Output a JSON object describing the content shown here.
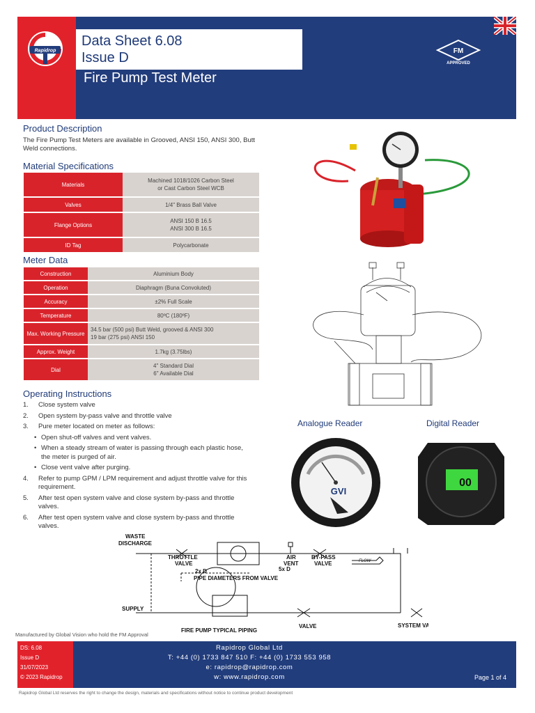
{
  "header": {
    "brand": "Rapidrop",
    "datasheet": "Data Sheet 6.08",
    "issue": "Issue D",
    "product": "Fire Pump Test Meter",
    "approval_top": "FM",
    "approval_bottom": "APPROVED"
  },
  "product_description": {
    "title": "Product Description",
    "text": "The Fire Pump Test Meters are available in Grooved, ANSI 150, ANSI 300, Butt Weld connections."
  },
  "material_specs": {
    "title": "Material Specifications",
    "rows": [
      {
        "key": "Materials",
        "v1": "Machined 1018/1026 Carbon Steel",
        "v2": "or Cast Carbon Steel WCB"
      },
      {
        "key": "Valves",
        "v1": "1/4\" Brass Ball Valve",
        "v2": ""
      },
      {
        "key": "Flange Options",
        "v1": "ANSI 150 B 16.5",
        "v2": "ANSI 300 B 16.5"
      },
      {
        "key": "ID Tag",
        "v1": "Polycarbonate",
        "v2": ""
      }
    ]
  },
  "meter_data": {
    "title": "Meter Data",
    "rows": [
      {
        "key": "Construction",
        "v1": "Aluminium Body",
        "v2": ""
      },
      {
        "key": "Operation",
        "v1": "Diaphragm (Buna Convoluted)",
        "v2": ""
      },
      {
        "key": "Accuracy",
        "v1": "±2% Full Scale",
        "v2": ""
      },
      {
        "key": "Temperature",
        "v1": "80ºC (180ºF)",
        "v2": ""
      },
      {
        "key": "Max. Working Pressure",
        "v1": "34.5 bar (500 psi) Butt Weld, grooved & ANSI 300",
        "v2": "19 bar (275 psi) ANSI 150"
      },
      {
        "key": "Approx. Weight",
        "v1": "1.7kg (3.75lbs)",
        "v2": ""
      },
      {
        "key": "Dial",
        "v1": "4\" Standard Dial",
        "v2": "6\" Available Dial"
      }
    ]
  },
  "operating_instructions": {
    "title": "Operating Instructions",
    "items": [
      {
        "n": "1.",
        "text": "Close system valve",
        "bullet": false
      },
      {
        "n": "2.",
        "text": "Open system by-pass valve and throttle valve",
        "bullet": false
      },
      {
        "n": "3.",
        "text": "Pure meter located on meter as follows:",
        "bullet": false
      },
      {
        "n": "•",
        "text": "Open shut-off valves and vent valves.",
        "bullet": true
      },
      {
        "n": "•",
        "text": "When a steady stream of water is passing through each plastic hose, the meter is purged of air.",
        "bullet": true
      },
      {
        "n": "•",
        "text": "Close vent valve after purging.",
        "bullet": true
      },
      {
        "n": "4.",
        "text": "Refer to pump GPM / LPM requirement and adjust throttle valve for this requirement.",
        "bullet": false
      },
      {
        "n": "5.",
        "text": "After test open system valve and close system by-pass and throttle valves.",
        "bullet": false
      },
      {
        "n": "6.",
        "text": "After test open system valve and close system by-pass and throttle valves.",
        "bullet": false
      }
    ]
  },
  "readers": {
    "analogue": "Analogue Reader",
    "digital": "Digital Reader",
    "gauge_brand": "GVI",
    "digital_value": "00"
  },
  "diagram": {
    "waste_1": "WASTE",
    "waste_2": "DISCHARGE",
    "throttle_1": "THROTTLE",
    "throttle_2": "VALVE",
    "air_1": "AIR",
    "air_2": "VENT",
    "bypass_1": "BY-PASS",
    "bypass_2": "VALVE",
    "flow": "FLOW",
    "d2": "2x D",
    "d5": "5x D",
    "pipe_dia": "PIPE DIAMETERS FROM VALVE",
    "supply": "SUPPLY",
    "valve": "VALVE",
    "system_valve": "SYSTEM VALVE",
    "piping": "FIRE PUMP TYPICAL PIPING"
  },
  "manufactured": "Manufactured by Global Vision who hold the FM Approval",
  "footer": {
    "ds": "DS: 6.08",
    "issue": "Issue D",
    "date": "31/07/2023",
    "copyright": "© 2023 Rapidrop",
    "company": "Rapidrop Global Ltd",
    "phone": "T: +44 (0) 1733 847 510  F: +44 (0) 1733 553 958",
    "email": "e: rapidrop@rapidrop.com",
    "web": "w: www.rapidrop.com",
    "page": "Page 1 of 4",
    "disclaimer": "Rapidrop Global Ltd reserves the right to change the design, materials and specifications without notice to continue product development"
  },
  "colors": {
    "navy": "#223d7c",
    "red": "#e2222b",
    "cell": "#d8d3cf"
  }
}
